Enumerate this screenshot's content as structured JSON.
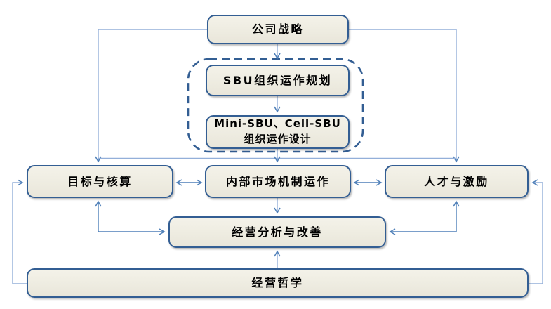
{
  "nodes": {
    "company_strategy": "公司战略",
    "sbu_planning": "SBU组织运作规划",
    "mini_cell_sbu": "Mini-SBU、Cell-SBU\n组织运作设计",
    "goals_accounting": "目标与核算",
    "internal_market": "内部市场机制运作",
    "talent_incentives": "人才与激励",
    "analysis_improvement": "经营分析与改善",
    "philosophy": "经营哲学"
  },
  "colors": {
    "box_fill": "#EEECE1",
    "box_border": "#335E93",
    "connector_light": "#93AFD9",
    "connector_strong": "#4E7FB8",
    "background": "#FFFFFF",
    "text": "#000000"
  }
}
